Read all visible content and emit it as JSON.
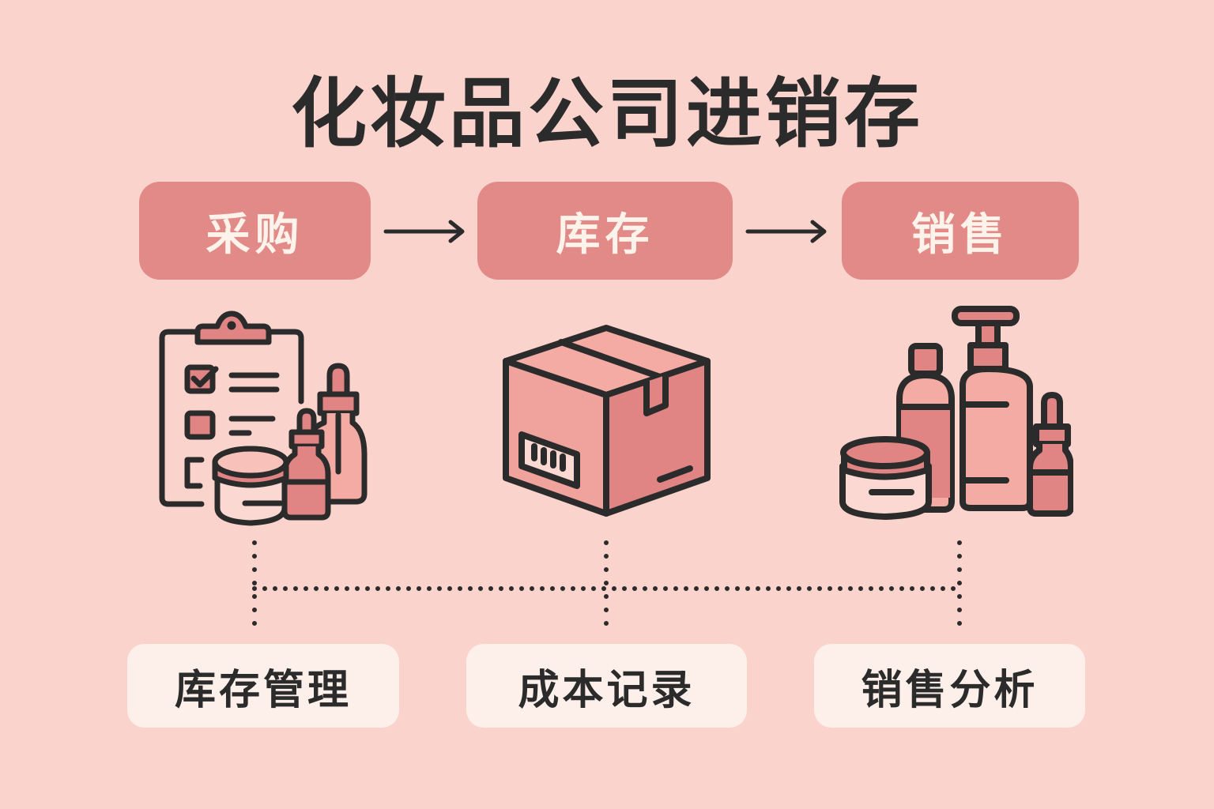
{
  "title": "化妆品公司进销存",
  "stages": [
    {
      "label": "采购",
      "icon": "clipboard-cosmetics-icon"
    },
    {
      "label": "库存",
      "icon": "cardboard-box-icon"
    },
    {
      "label": "销售",
      "icon": "cosmetic-bottles-icon"
    }
  ],
  "features": [
    {
      "label": "库存管理"
    },
    {
      "label": "成本记录"
    },
    {
      "label": "销售分析"
    }
  ],
  "colors": {
    "background": "#fbd3cd",
    "stage_fill": "#e28a88",
    "stage_text": "#fdf3ea",
    "feature_fill": "#fdf0ea",
    "outline": "#2b2b2b",
    "icon_accent": "#e08484",
    "icon_light": "#f3aba3"
  }
}
